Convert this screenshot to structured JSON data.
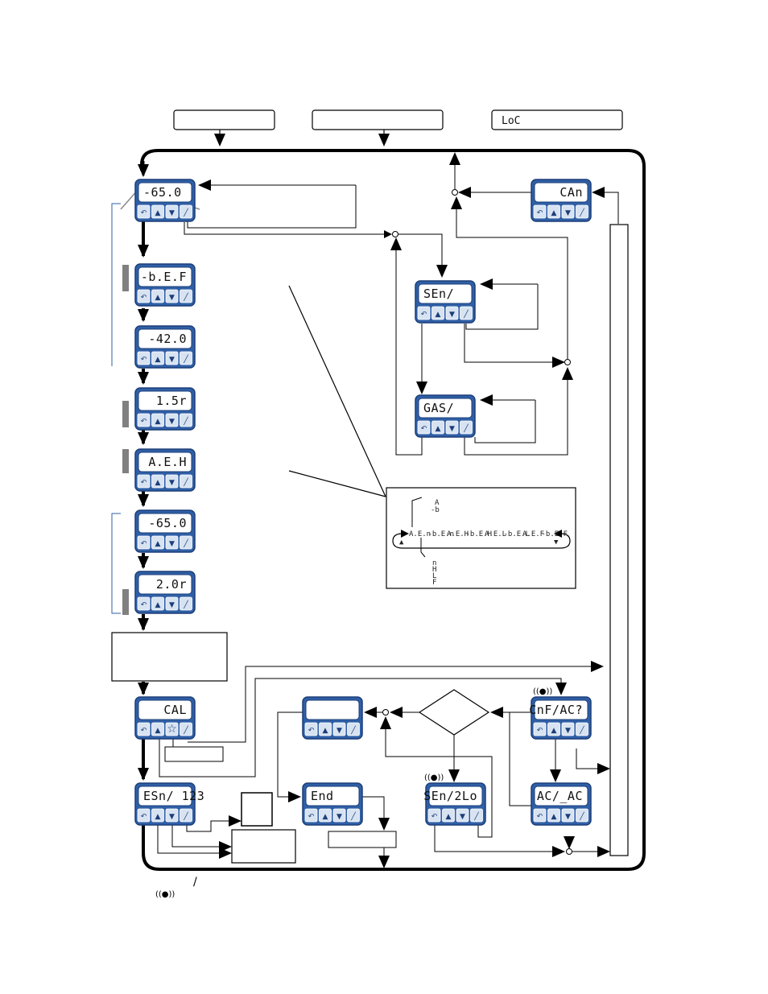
{
  "top_boxes": [
    {
      "id": "box-left",
      "text": ""
    },
    {
      "id": "box-middle",
      "text": ""
    },
    {
      "id": "box-right",
      "text": "LoC"
    }
  ],
  "displays": {
    "main_temp": "-65.0",
    "defrost": "-b.E.F",
    "setpoint2": "-42.0",
    "time1": "1.5r",
    "alarm": "A.E.H",
    "setpoint3": "-65.0",
    "time2": "2.0r",
    "can": "CAn",
    "sen": "SEn/",
    "gas": "GAS/",
    "cal": "CAL",
    "esn": "ESn/ 123",
    "blank": "",
    "end": "End",
    "sen2lo": "SEn/2Lo",
    "cnfacp": "CnF/AC?",
    "acac": "AC/_AC"
  },
  "keypad": {
    "buttons": [
      "back-icon",
      "up-icon",
      "down-icon",
      "edit-icon"
    ],
    "cal_star": "star-icon"
  },
  "cycle_box": {
    "top_labels": [
      "A",
      "-b"
    ],
    "sequence": [
      "A.E.n",
      "-b.E.n",
      "A.E.H",
      "-b.E.H",
      "A.E.L",
      "-b.E.L",
      "A.E.F",
      "-b.E.F"
    ],
    "bottom_labels": [
      "n",
      "H",
      "L",
      "F"
    ]
  },
  "legend": {
    "slash": "/",
    "alarm_icon": "((●))"
  },
  "alarm_marks": [
    "((●))",
    "((●))"
  ],
  "colors": {
    "panel_blue": "#2f5fa6",
    "panel_dark": "#1d3f78",
    "key_face": "#d8e3f2",
    "gray_bar": "#808080"
  }
}
